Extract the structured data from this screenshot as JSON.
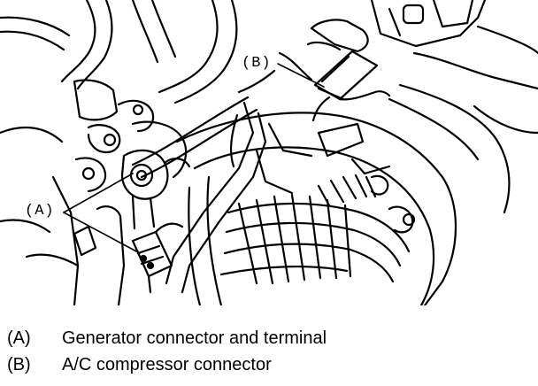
{
  "callouts": {
    "a": "(A)",
    "b": "(B)"
  },
  "legend": [
    {
      "code": "(A)",
      "text": "Generator connector and terminal"
    },
    {
      "code": "(B)",
      "text": "A/C compressor connector"
    }
  ],
  "colors": {
    "ink": "#000000",
    "paper": "#ffffff"
  },
  "icons": [
    "generator-illustration",
    "connector-illustration"
  ]
}
